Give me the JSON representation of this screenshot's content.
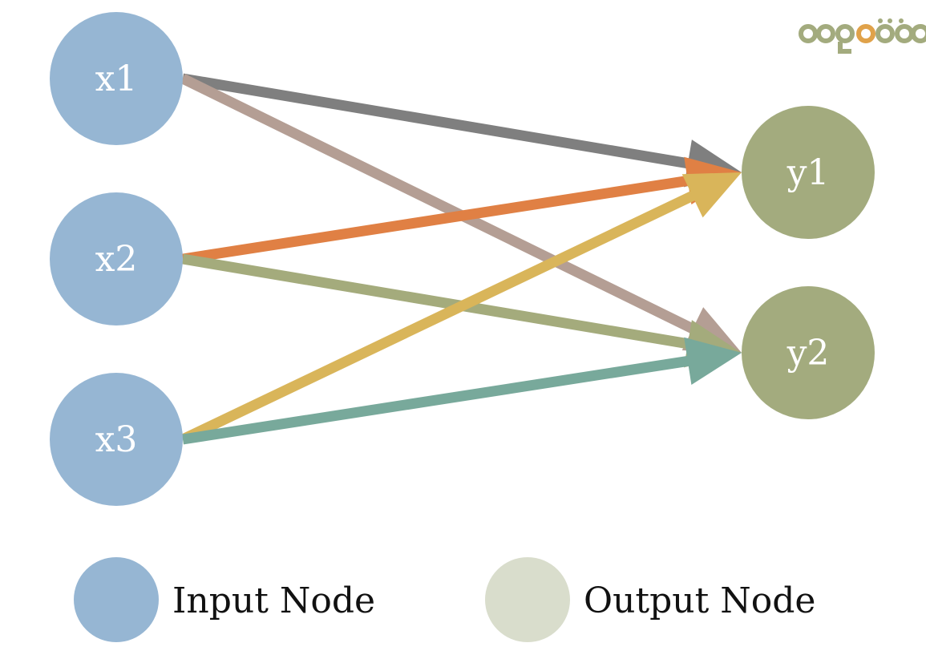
{
  "diagram": {
    "nodes": [
      {
        "id": "x1",
        "label": "x1",
        "kind": "input"
      },
      {
        "id": "x2",
        "label": "x2",
        "kind": "input"
      },
      {
        "id": "x3",
        "label": "x3",
        "kind": "input"
      },
      {
        "id": "y1",
        "label": "y1",
        "kind": "output"
      },
      {
        "id": "y2",
        "label": "y2",
        "kind": "output"
      }
    ],
    "edges": [
      {
        "from": "x1",
        "to": "y1",
        "color": "#7f7f7f"
      },
      {
        "from": "x1",
        "to": "y2",
        "color": "#b49e94"
      },
      {
        "from": "x2",
        "to": "y1",
        "color": "#e08044"
      },
      {
        "from": "x2",
        "to": "y2",
        "color": "#a4ab7c"
      },
      {
        "from": "x3",
        "to": "y1",
        "color": "#d9b55a"
      },
      {
        "from": "x3",
        "to": "y2",
        "color": "#78a99b"
      }
    ],
    "legend": {
      "input_label": "Input Node",
      "output_label": "Output Node"
    }
  },
  "colors": {
    "input_node": "#96b6d3",
    "output_node": "#a3ab7e",
    "legend_output_swatch": "#d9ddcc"
  },
  "icons": {
    "logo": "watermark-logo"
  }
}
